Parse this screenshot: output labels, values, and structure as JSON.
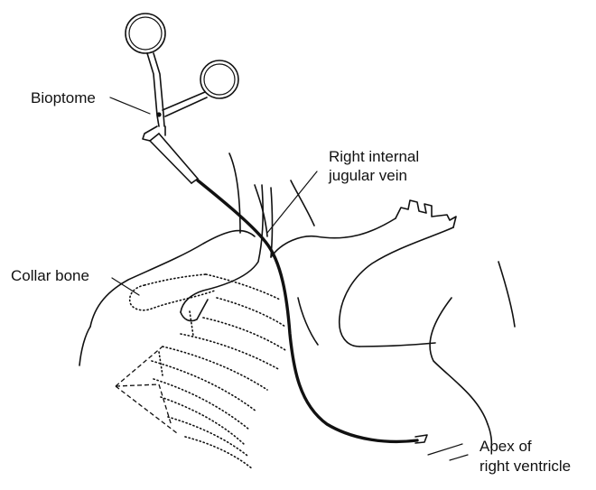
{
  "labels": {
    "bioptome": "Bioptome",
    "jugular_line1": "Right internal",
    "jugular_line2": "jugular vein",
    "collar_bone": "Collar bone",
    "apex_line1": "Apex of",
    "apex_line2": "right ventricle"
  },
  "colors": {
    "ink": "#111111",
    "background": "#ffffff"
  }
}
